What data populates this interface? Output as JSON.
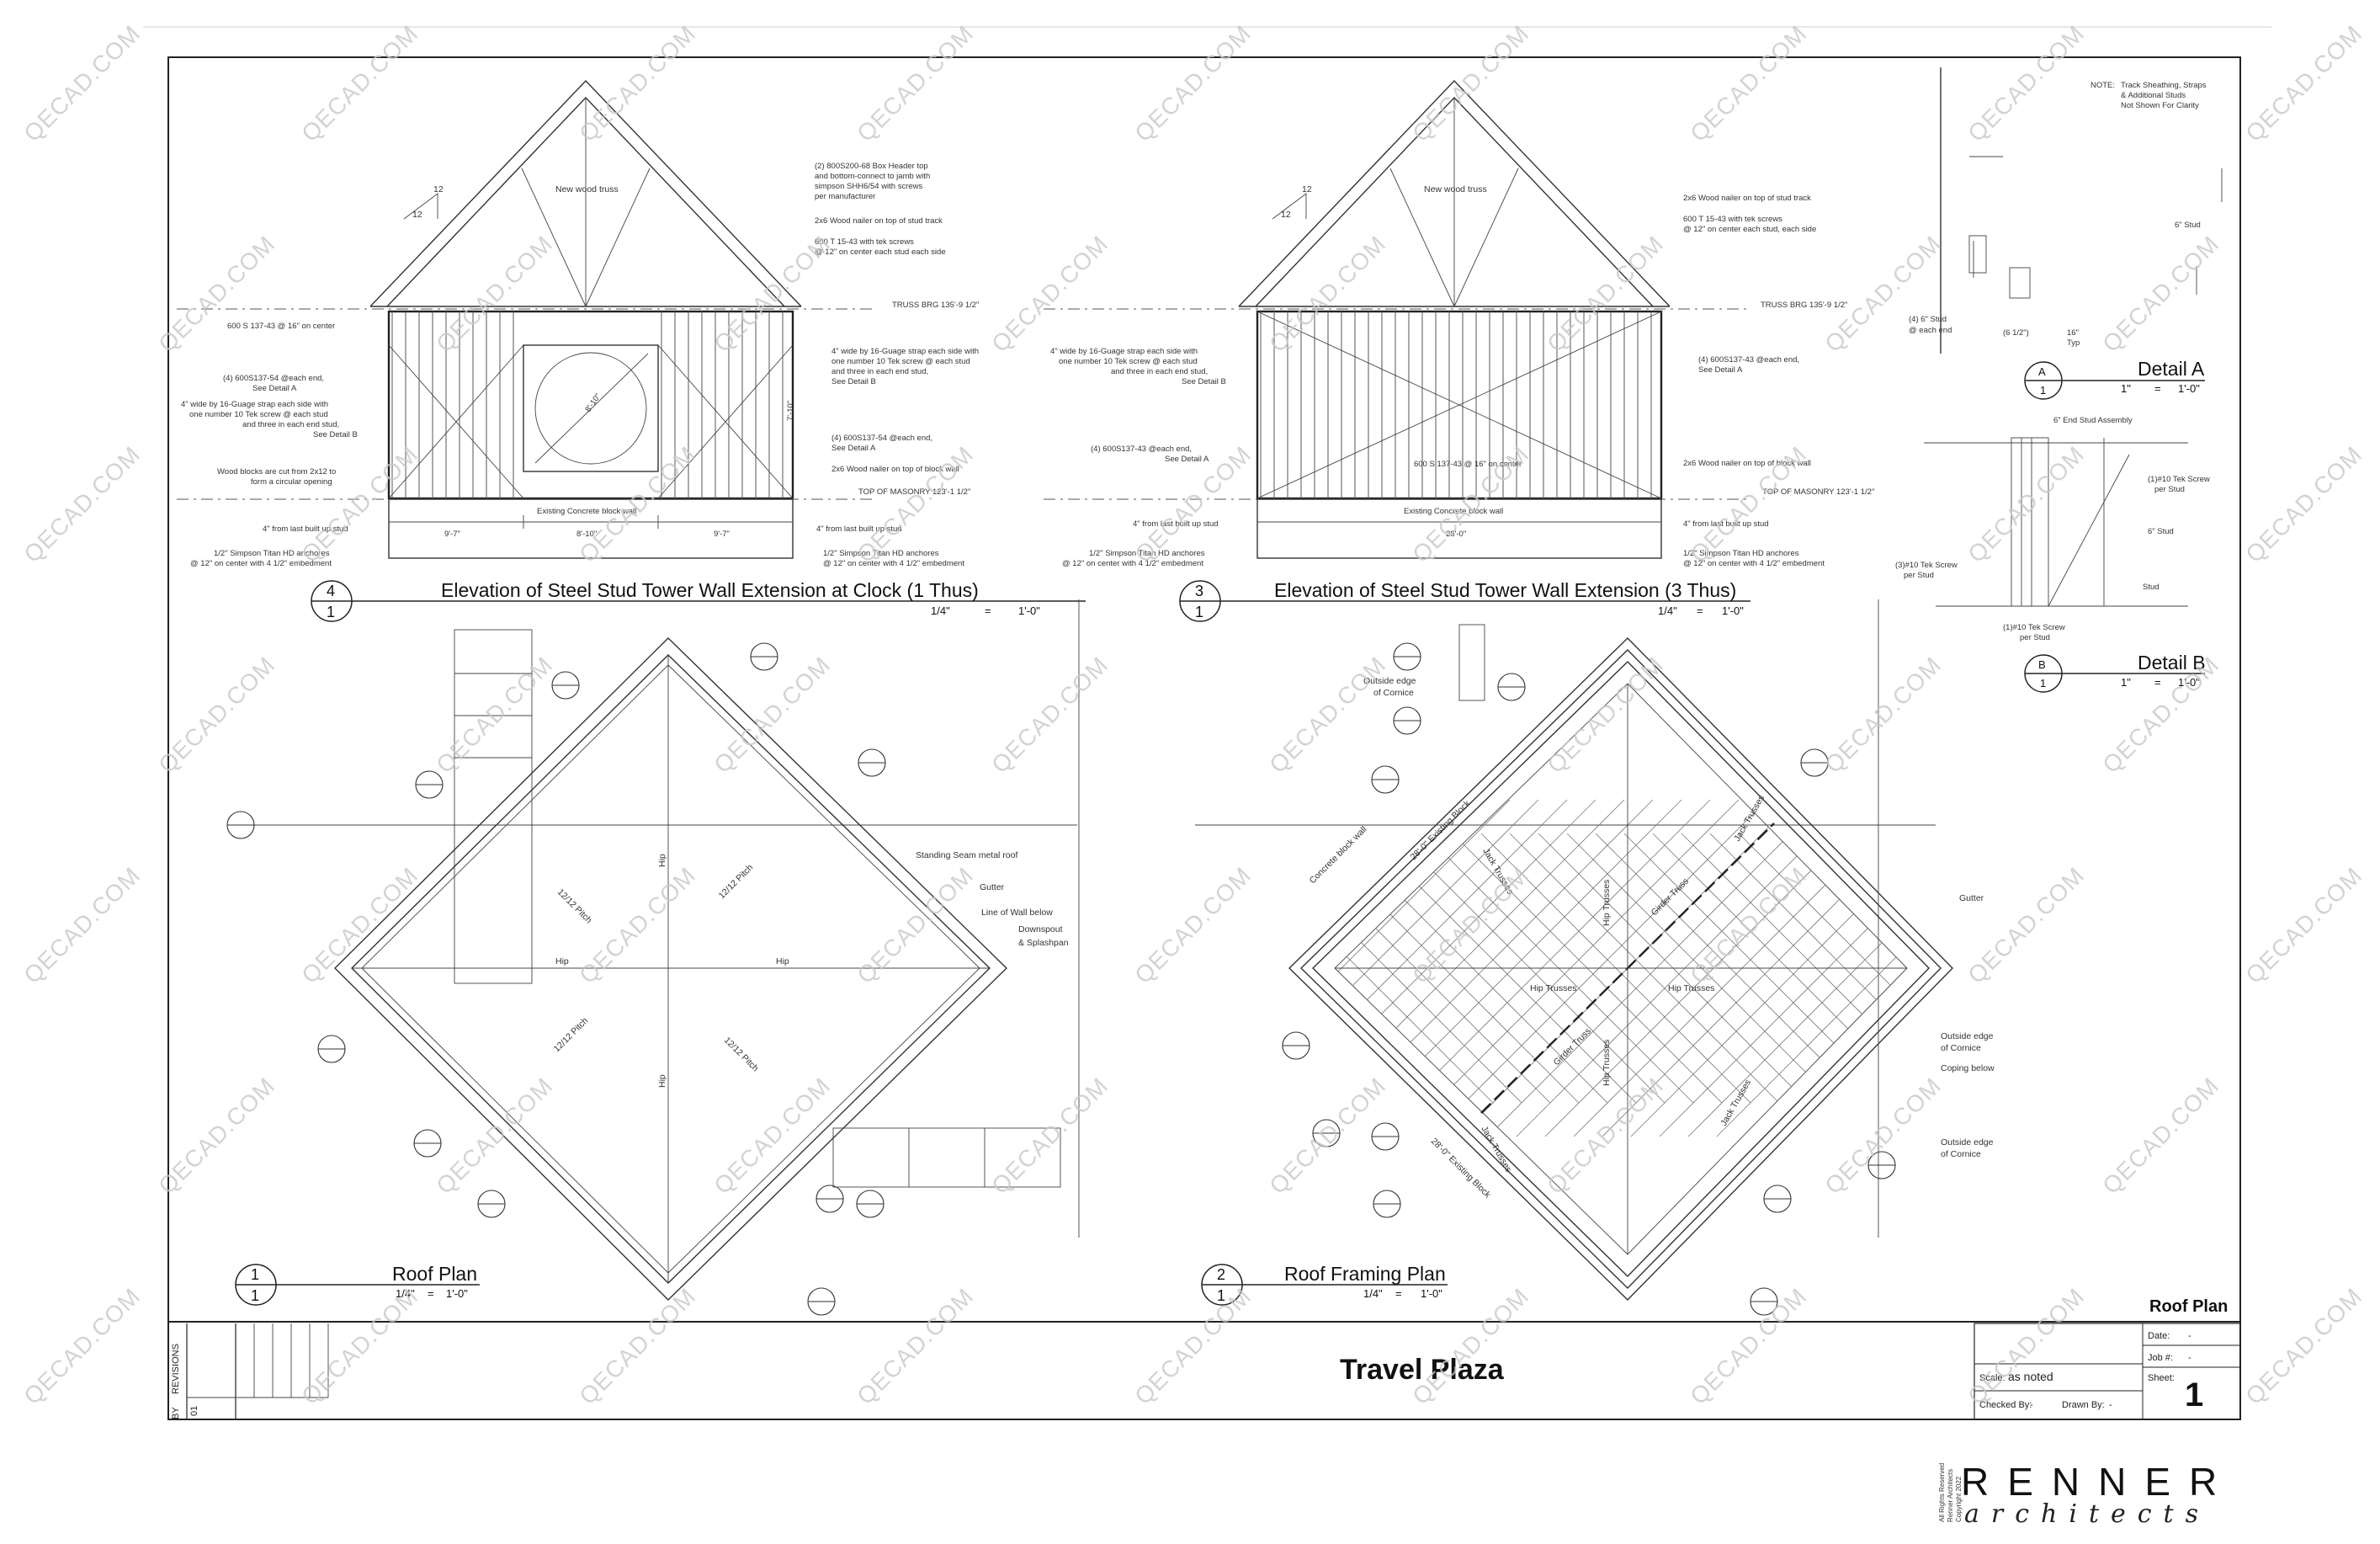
{
  "watermark": "QECAD.COM",
  "elevation_left": {
    "title": "Elevation of Steel Stud Tower Wall Extension at Clock (1 Thus)",
    "bubble_top": "4",
    "bubble_bottom": "1",
    "scale_left": "1/4\"",
    "scale_eq": "=",
    "scale_right": "1'-0\"",
    "pitch_rise": "12",
    "pitch_run": "12",
    "notes": {
      "truss": "New wood truss",
      "header1": "(2) 800S200-68 Box Header top",
      "header2": "and bottom-connect to jamb with",
      "header3": "simpson SHH6/54 with screws",
      "header4": "per manufacturer",
      "nailer_top": "2x6 Wood nailer on top of stud track",
      "track1": "600 T 15-43 with tek screws",
      "track2": "@ 12\" on center each stud each side",
      "truss_brg": "TRUSS BRG 135'-9 1/2\"",
      "stud_oc": "600 S 137-43 @ 16\" on center",
      "end1": "(4) 600S137-54 @each end,",
      "end2": "See Detail A",
      "strap1": "4\" wide by 16-Guage strap each side with",
      "strap2": "one number 10 Tek screw @ each stud",
      "strap3": "and three in each end stud,",
      "strap4": "See Detail B",
      "endr1": "(4) 600S137-54 @each end,",
      "endr2": "See Detail A",
      "nailer_block": "2x6 Wood nailer on top of block wall",
      "top_masonry": "TOP OF MASONRY 123'-1 1/2\"",
      "blocks1": "Wood blocks are cut from 2x12 to",
      "blocks2": "form a circular opening",
      "conc": "Existing Concrete block wall",
      "last_stud": "4\" from last built up stud",
      "last_stud_r": "4\" from last built up stud",
      "anchor1": "1/2\" Simpson Titan HD anchores",
      "anchor2": "@ 12\" on center with 4 1/2\" embedment",
      "anchor_r1": "1/2\" Simpson Titan HD anchores",
      "anchor_r2": "@ 12\" on center with 4 1/2\" embedment",
      "dim1": "9'-7\"",
      "dim2": "8'-10\"",
      "dim3": "9'-7\"",
      "opening": "8'-10\"",
      "height": "7'-10\""
    }
  },
  "elevation_right": {
    "title": "Elevation of Steel Stud Tower Wall Extension (3 Thus)",
    "bubble_top": "3",
    "bubble_bottom": "1",
    "scale_left": "1/4\"",
    "scale_eq": "=",
    "scale_right": "1'-0\"",
    "pitch_rise": "12",
    "pitch_run": "12",
    "notes": {
      "truss": "New wood truss",
      "nailer_top": "2x6 Wood nailer on top of stud track",
      "track1": "600 T 15-43 with tek screws",
      "track2": "@ 12\" on center each stud, each side",
      "truss_brg": "TRUSS BRG 135'-9 1/2\"",
      "strap1": "4\" wide by 16-Guage strap each side with",
      "strap2": "one number 10 Tek screw @ each stud",
      "strap3": "and three in each end stud,",
      "strap4": "See Detail B",
      "endr1": "(4) 600S137-43 @each end,",
      "endr2": "See Detail A",
      "endl1": "(4) 600S137-43 @each end,",
      "endl2": "See Detail A",
      "stud_oc": "600 S 137-43 @ 16\" on center",
      "nailer_block": "2x6 Wood nailer on top of block wall",
      "top_masonry": "TOP OF MASONRY 123'-1 1/2\"",
      "conc": "Existing Concrete block wall",
      "last_stud": "4\" from last built up stud",
      "last_stud_r": "4\" from last built up stud",
      "anchor1": "1/2\" Simpson Titan HD anchores",
      "anchor2": "@ 12\" on center with 4 1/2\" embedment",
      "anchor_r1": "1/2\" Simpson Titan HD anchores",
      "anchor_r2": "@ 12\" on center with 4 1/2\" embedment",
      "dim": "28'-0\""
    }
  },
  "roof_plan": {
    "title": "Roof Plan",
    "bubble_top": "1",
    "bubble_bottom": "1",
    "scale_left": "1/4\"",
    "scale_eq": "=",
    "scale_right": "1'-0\"",
    "hip": "Hip",
    "pitch": "12/12 Pitch",
    "seam": "Standing Seam metal roof",
    "gutter": "Gutter",
    "line_wall": "Line of Wall below",
    "downspout1": "Downspout",
    "downspout2": "& Splashpan"
  },
  "roof_framing": {
    "title": "Roof Framing Plan",
    "bubble_top": "2",
    "bubble_bottom": "1",
    "scale_left": "1/4\"",
    "scale_eq": "=",
    "scale_right": "1'-0\"",
    "hip_trusses": "Hip Trusses",
    "girder": "Girder Truss",
    "jack": "Jack Trusses",
    "gutter": "Gutter",
    "cornice1": "Outside edge",
    "cornice2": "of Cornice",
    "coping": "Coping below",
    "conc_block": "Concrete block wall",
    "existing": "28'-0\" Existing Block"
  },
  "detail_a": {
    "title": "Detail A",
    "bubble_top": "A",
    "bubble_bottom": "1",
    "scale_left": "1\"",
    "scale_eq": "=",
    "scale_right": "1'-0\"",
    "note_label": "NOTE:",
    "note1": "Track Sheathing, Straps",
    "note2": "& Additional Studs",
    "note3": "Not Shown For Clarity",
    "stud": "6\" Stud",
    "stud_each1": "(4) 6\" Stud",
    "stud_each2": "@ each end",
    "dim1": "(6 1/2\")",
    "dim2": "16\"",
    "typ": "Typ"
  },
  "detail_b": {
    "title": "Detail B",
    "bubble_top": "B",
    "bubble_bottom": "1",
    "scale_left": "1\"",
    "scale_eq": "=",
    "scale_right": "1'-0\"",
    "end_assembly": "6\" End Stud Assembly",
    "tek1a": "(1)#10 Tek Screw",
    "tek1b": "per Stud",
    "stud6": "6\" Stud",
    "tek3a": "(3)#10 Tek Screw",
    "tek3b": "per Stud",
    "stud": "Stud",
    "tek1c": "(1)#10 Tek Screw",
    "tek1d": "per Stud"
  },
  "title_block": {
    "project": "Travel Plaza",
    "sheet_name": "Roof Plan",
    "date_label": "Date:",
    "date_value": "-",
    "job_label": "Job #:",
    "job_value": "-",
    "sheet_label": "Sheet:",
    "sheet_value": "1",
    "scale_label": "Scale:",
    "scale_value": "as noted",
    "checked_label": "Checked By:",
    "checked_value": "-",
    "drawn_label": "Drawn By:",
    "drawn_value": "-",
    "by_label": "BY",
    "revisions_label": "REVISIONS",
    "rev_no": "01"
  },
  "logo": {
    "name": "RENNER",
    "sub": "architects",
    "copy1": "All Rights Reserved",
    "copy2": "Renner Architects",
    "copy3": "Copyright 2022"
  }
}
